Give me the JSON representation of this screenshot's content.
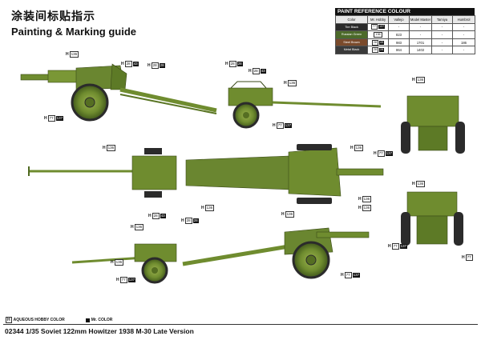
{
  "header": {
    "title_cn": "涂装间标贴指示",
    "title_en": "Painting & Marking guide"
  },
  "reference": {
    "title": "PAINT REFERENCE COLOUR",
    "columns": [
      "Color",
      "Mr. Hobby",
      "Vallejo",
      "Model Master",
      "Tamiya",
      "Humbrol"
    ],
    "rows": [
      {
        "name": "Tire Black",
        "swatch": "#2a2a2a",
        "hobby_h": "77",
        "hobby_c": "137",
        "vallejo": "-",
        "mm": "-",
        "tamiya": "-",
        "humbrol": "-"
      },
      {
        "name": "Russian Green",
        "swatch": "#4c6a2a",
        "hobby_h": "136",
        "hobby_c": "",
        "vallejo": "823",
        "mm": "-",
        "tamiya": "-",
        "humbrol": "-"
      },
      {
        "name": "Steel Brown",
        "swatch": "#7a4a2b",
        "hobby_h": "28",
        "hobby_c": "43",
        "vallejo": "983",
        "mm": "1701",
        "tamiya": "-",
        "humbrol": "186"
      },
      {
        "name": "Metal Black",
        "swatch": "#3a3a3a",
        "hobby_h": "28",
        "hobby_c": "28",
        "vallejo": "864",
        "mm": "1402",
        "tamiya": "-",
        "humbrol": "-"
      }
    ]
  },
  "callouts": [
    {
      "h": "136",
      "c": ""
    },
    {
      "h": "28",
      "c": "43"
    },
    {
      "h": "28",
      "c": "28"
    },
    {
      "h": "28",
      "c": "28"
    },
    {
      "h": "28",
      "c": "43"
    },
    {
      "h": "136",
      "c": ""
    },
    {
      "h": "77",
      "c": "137"
    },
    {
      "h": "77",
      "c": "137"
    },
    {
      "h": "136",
      "c": ""
    },
    {
      "h": "136",
      "c": ""
    },
    {
      "h": "136",
      "c": ""
    },
    {
      "h": "77",
      "c": "137"
    },
    {
      "h": "136",
      "c": ""
    },
    {
      "h": "136",
      "c": ""
    },
    {
      "h": "136",
      "c": ""
    },
    {
      "h": "77",
      "c": "137"
    },
    {
      "h": "28",
      "c": "43"
    },
    {
      "h": "28",
      "c": "28"
    },
    {
      "h": "136",
      "c": ""
    },
    {
      "h": "136",
      "c": ""
    },
    {
      "h": "77",
      "c": "137"
    },
    {
      "h": "136",
      "c": ""
    },
    {
      "h": "77",
      "c": "137"
    },
    {
      "h": "136",
      "c": ""
    },
    {
      "h": "77",
      "c": "137"
    }
  ],
  "legend": {
    "aqueous": "AQUEOUS HOBBY COLOR",
    "aqueous_tag": "H",
    "mr_color": "Mr. COLOR"
  },
  "footer": {
    "title": "02344 1/35  Soviet 122mm Howitzer 1938 M-30 Late Version"
  },
  "colors": {
    "olive": "#6f8c2f",
    "olive_dark": "#4f6a20",
    "olive_light": "#8aa63f",
    "tire": "#2b2b2b"
  }
}
